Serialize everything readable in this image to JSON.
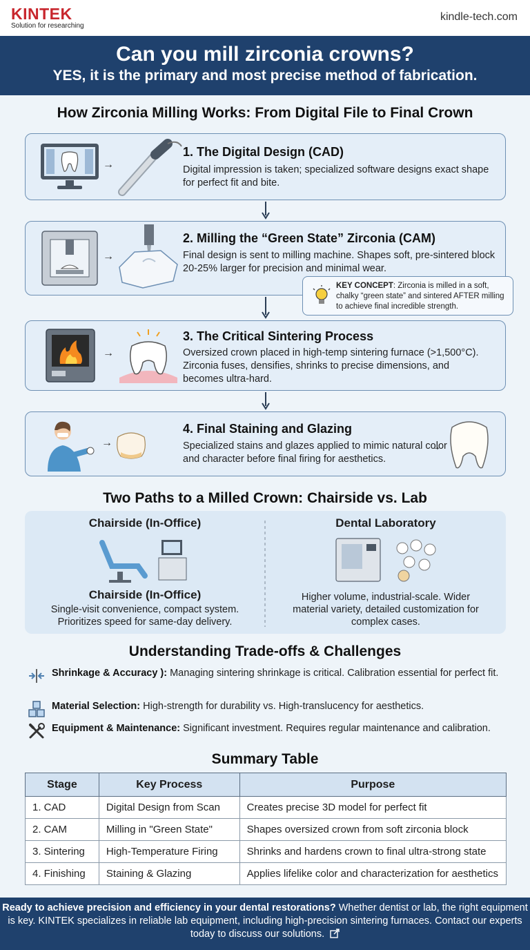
{
  "header": {
    "brand": "KINTEK",
    "tagline": "Solution for researching",
    "site": "kindle-tech.com"
  },
  "hero": {
    "title": "Can you mill zirconia crowns?",
    "subtitle": "YES, it is the primary and most precise method of fabrication."
  },
  "process": {
    "title": "How Zirconia Milling Works: From Digital File to Final Crown",
    "steps": [
      {
        "title": "1. The Digital Design (CAD)",
        "desc": "Digital impression is taken; specialized software designs exact shape for perfect fit and bite."
      },
      {
        "title": "2. Milling the “Green State” Zirconia (CAM)",
        "desc": "Final design is sent to milling machine. Shapes soft, pre-sintered block 20-25% larger for precision and minimal wear."
      },
      {
        "title": "3. The Critical Sintering Process",
        "desc": "Oversized crown placed in high-temp sintering furnace (>1,500°C). Zirconia fuses, densifies, shrinks to precise dimensions, and becomes ultra-hard."
      },
      {
        "title": "4. Final Staining and Glazing",
        "desc": "Specialized stains and glazes applied to mimic natural color and character before final firing for aesthetics."
      }
    ],
    "key_concept": {
      "label": "KEY CONCEPT",
      "text": ": Zirconia is milled in a soft, chalky “green state” and sintered AFTER milling to achieve final incredible strength."
    }
  },
  "paths": {
    "title": "Two Paths to a Milled Crown: Chairside vs. Lab",
    "chairside": {
      "heading": "Chairside (In-Office)",
      "subheading": "Chairside (In-Office)",
      "desc": "Single-visit convenience, compact system. Prioritizes speed for same-day delivery."
    },
    "lab": {
      "heading": "Dental Laboratory",
      "desc": "Higher volume, industrial-scale. Wider material variety, detailed customization for complex cases."
    }
  },
  "tradeoffs": {
    "title": "Understanding Trade-offs & Challenges",
    "items": [
      {
        "label": "Shrinkage & Accuracy ):",
        "text": " Managing sintering shrinkage is critical. Calibration essential for perfect fit.",
        "icon": "shrink-arrows-icon"
      },
      {
        "label": "Material Selection:",
        "text": " High-strength for durability vs. High-translucency for aesthetics.",
        "icon": "blocks-icon"
      },
      {
        "label": "Equipment & Maintenance:",
        "text": " Significant investment. Requires regular maintenance and calibration.",
        "icon": "tools-icon"
      }
    ]
  },
  "summary": {
    "title": "Summary Table",
    "headers": [
      "Stage",
      "Key Process",
      "Purpose"
    ],
    "rows": [
      [
        "1. CAD",
        "Digital Design from Scan",
        "Creates precise 3D model for perfect fit"
      ],
      [
        "2. CAM",
        "Milling in \"Green State\"",
        "Shapes oversized crown from soft zirconia block"
      ],
      [
        "3. Sintering",
        "High-Temperature Firing",
        "Shrinks and hardens crown to final ultra-strong state"
      ],
      [
        "4. Finishing",
        "Staining & Glazing",
        "Applies lifelike color and characterization for aesthetics"
      ]
    ]
  },
  "footer": {
    "lead": "Ready to achieve precision and efficiency in your dental restorations?",
    "text": " Whether dentist or lab, the right equipment is key. KINTEK specializes in reliable lab equipment, including high-precision sintering furnaces. Contact our experts today to discuss our solutions."
  },
  "colors": {
    "brand_red": "#c8262d",
    "navy": "#1f416d",
    "panel": "#e4eef8"
  }
}
